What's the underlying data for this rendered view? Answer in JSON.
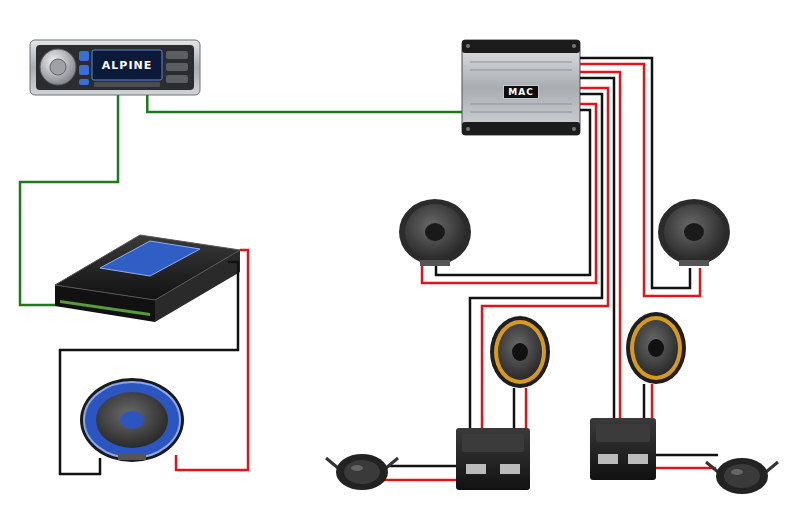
{
  "diagram": {
    "nodes": [
      {
        "text": [
          "ALPINE"
        ]
      },
      {
        "text": [
          "MAC"
        ]
      }
    ],
    "edges": [
      {
        "from": 0,
        "to": 1,
        "arrow": "none"
      }
    ]
  }
}
